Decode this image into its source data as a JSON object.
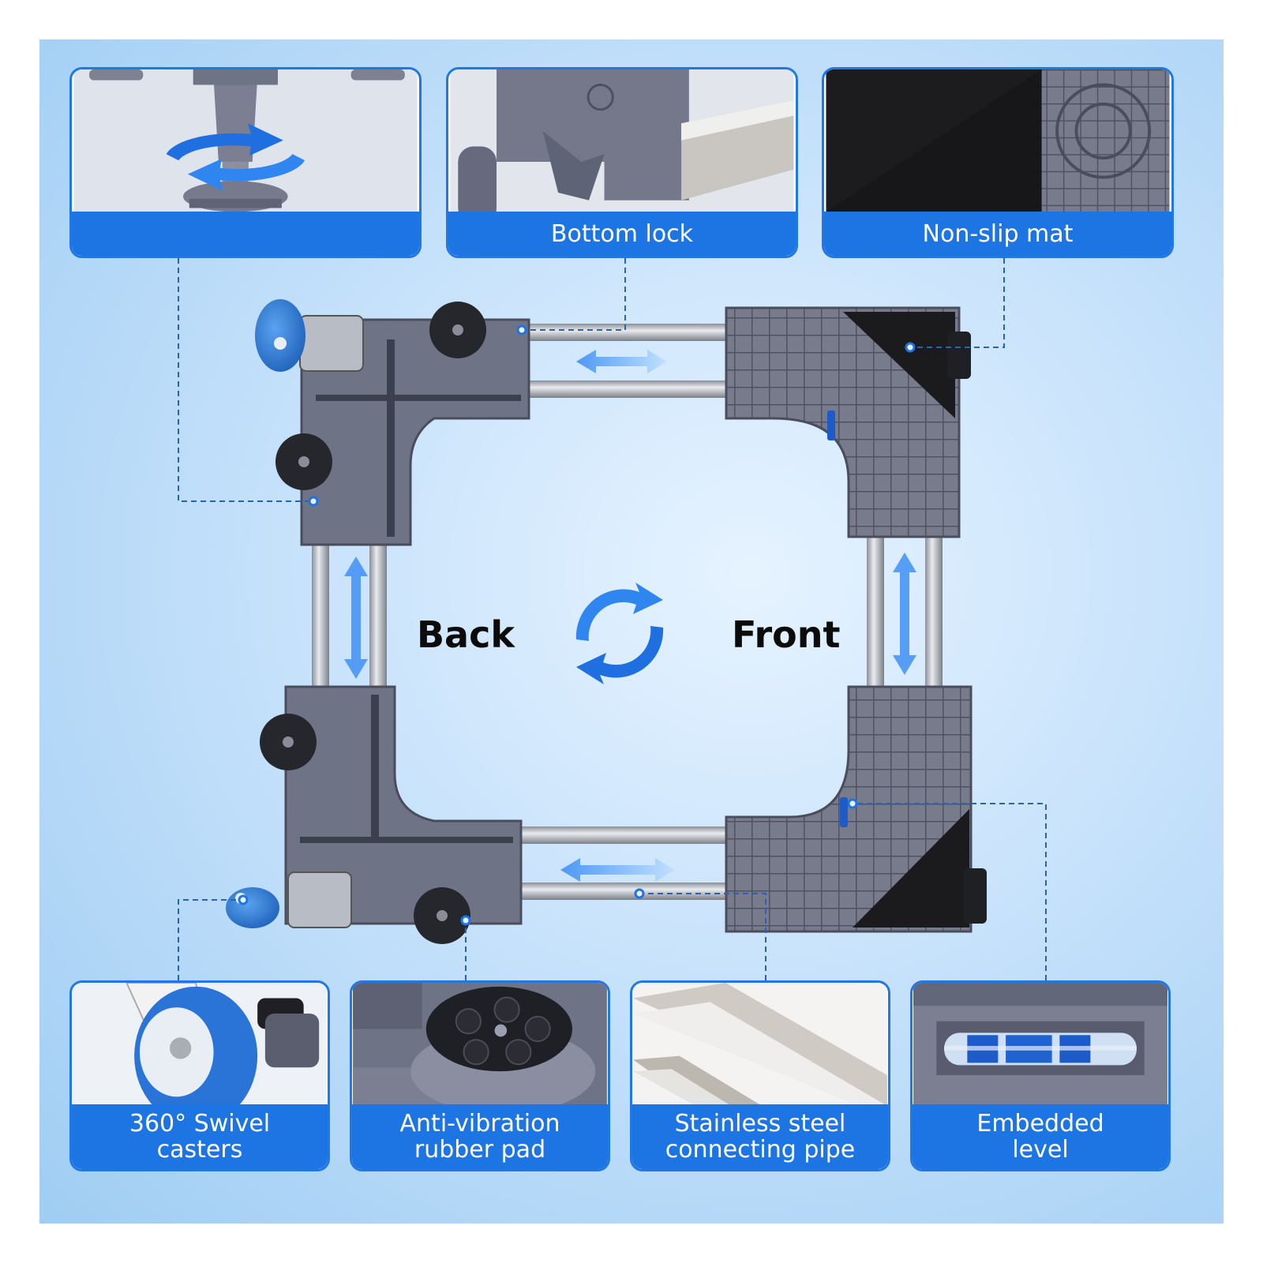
{
  "features": {
    "height_adjust": {
      "label": "",
      "icon": "rotate-arrows-icon"
    },
    "bottom_lock": {
      "label": "Bottom lock"
    },
    "non_slip_mat": {
      "label": "Non-slip mat"
    },
    "casters": {
      "line1": "360° Swivel",
      "line2": "casters"
    },
    "rubber_pad": {
      "line1": "Anti-vibration",
      "line2": "rubber pad"
    },
    "steel_pipe": {
      "line1": "Stainless steel",
      "line2": "connecting pipe"
    },
    "level": {
      "line1": "Embedded",
      "line2": "level"
    }
  },
  "center": {
    "back_label": "Back",
    "front_label": "Front",
    "swap_icon": "rotate-arrows-icon"
  },
  "colors": {
    "accent_blue": "#1d74e3",
    "frame_gray": "#6b6f80",
    "background": "#c7e2fb"
  }
}
